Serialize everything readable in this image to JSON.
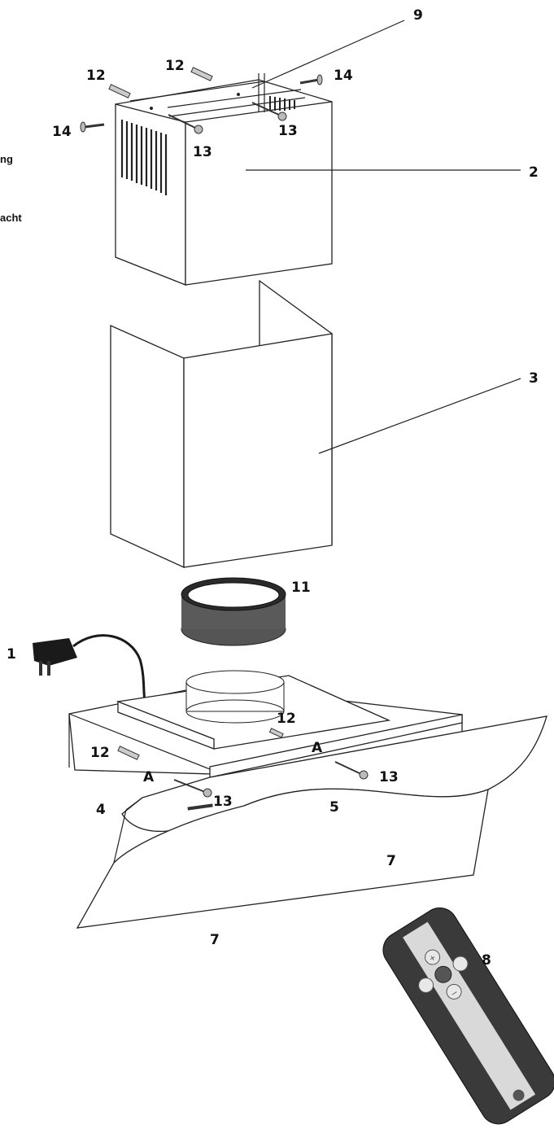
{
  "cut_text": [
    "ng",
    "acht"
  ],
  "labels": {
    "p1": "1",
    "p2": "2",
    "p3": "3",
    "p4": "4",
    "p5": "5",
    "p7a": "7",
    "p7b": "7",
    "p8": "8",
    "p9": "9",
    "p11": "11",
    "p12a": "12",
    "p12b": "12",
    "p12c": "12",
    "p12d": "12",
    "p13a": "13",
    "p13b": "13",
    "p13c": "13",
    "p13d": "13",
    "p14a": "14",
    "p14b": "14",
    "a1": "A",
    "a2": "A"
  },
  "remote": {
    "plus": "+",
    "minus": "–"
  },
  "colors": {
    "line": "#222222",
    "remote_body": "#3a3a3a",
    "remote_stripe": "#d9d9d9"
  }
}
